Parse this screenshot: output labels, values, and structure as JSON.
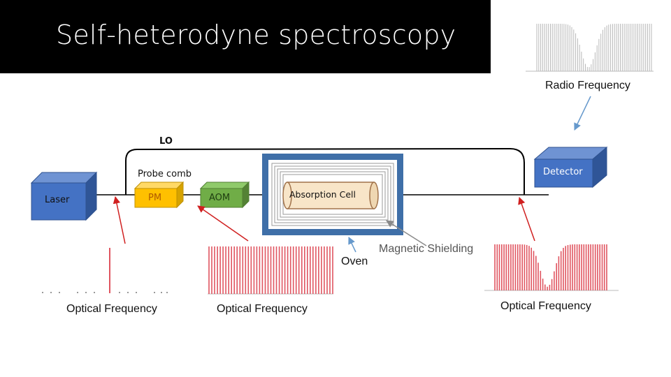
{
  "title": "Self-heterodyne spectroscopy",
  "colors": {
    "laser": "#4472c4",
    "pm": "#ffc000",
    "aom": "#70ad47",
    "detector": "#4472c4",
    "cell": "#f8e5c8",
    "oven": "#3f6fa8",
    "comb": "#e05560",
    "arrow_red": "#d02020",
    "arrow_blue": "#6699cc"
  },
  "components": {
    "laser": "Laser",
    "pm": "PM",
    "aom": "AOM",
    "detector": "Detector",
    "absorption_cell": "Absorption Cell"
  },
  "labels": {
    "lo": "LO",
    "probe_comb": "Probe comb",
    "oven": "Oven",
    "magnetic_shielding": "Magnetic Shielding",
    "radio_frequency": "Radio Frequency",
    "optical_frequency_1": "Optical Frequency",
    "optical_frequency_2": "Optical Frequency",
    "optical_frequency_3": "Optical Frequency"
  },
  "spectra": {
    "laser_line_count": 1,
    "after_pm_comb": {
      "teeth": 45
    },
    "after_cell_comb": {
      "teeth": 50,
      "absorption_dip_center": 0.47
    },
    "rf_comb": {
      "teeth": 60,
      "absorption_dip_center": 0.45
    }
  }
}
